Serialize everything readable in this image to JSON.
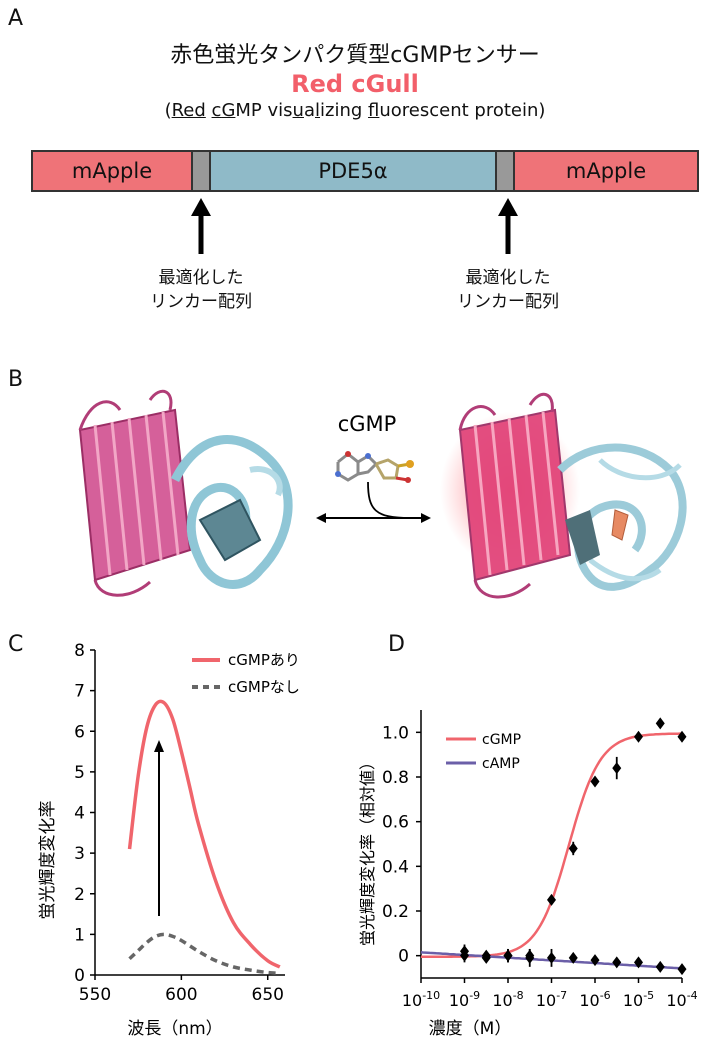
{
  "panels": {
    "a": "A",
    "b": "B",
    "c": "C",
    "d": "D"
  },
  "panel_a": {
    "title_jp": "赤色蛍光タンパク質型cGMPセンサー",
    "title_name": "Red cGull",
    "subtitle_parts": [
      "(",
      "Red",
      " ",
      "c",
      "G",
      "MP vis",
      "u",
      "a",
      "l",
      "izing ",
      "f",
      "l",
      "uorescent protein)"
    ],
    "segments": {
      "left": "mApple",
      "middle": "PDE5α",
      "right": "mApple"
    },
    "linker_label_line1": "最適化した",
    "linker_label_line2": "リンカー配列",
    "colors": {
      "mapple": "#ef7378",
      "pde": "#8fbac8",
      "linker": "#999999",
      "accent": "#f25f6a"
    }
  },
  "panel_b": {
    "ligand_label": "cGMP"
  },
  "chart_data": [
    {
      "type": "line",
      "xlabel": "波長（nm）",
      "ylabel": "蛍光輝度変化率",
      "xlim": [
        550,
        660
      ],
      "ylim": [
        0,
        8
      ],
      "xticks": [
        "550",
        "600",
        "650"
      ],
      "yticks": [
        "0",
        "1",
        "2",
        "3",
        "4",
        "5",
        "6",
        "7",
        "8"
      ],
      "series": [
        {
          "name": "cGMPあり",
          "color": "#f0656c",
          "style": "solid",
          "x": [
            570,
            575,
            580,
            585,
            590,
            595,
            600,
            605,
            610,
            620,
            630,
            640,
            650,
            657
          ],
          "y": [
            3.1,
            4.9,
            6.1,
            6.65,
            6.7,
            6.3,
            5.5,
            4.6,
            3.7,
            2.3,
            1.3,
            0.75,
            0.35,
            0.2
          ]
        },
        {
          "name": "cGMPなし",
          "color": "#666666",
          "style": "dashed",
          "x": [
            570,
            575,
            580,
            585,
            590,
            595,
            600,
            610,
            620,
            630,
            640,
            650,
            657
          ],
          "y": [
            0.4,
            0.6,
            0.8,
            0.95,
            1.0,
            0.95,
            0.85,
            0.58,
            0.35,
            0.2,
            0.12,
            0.06,
            0.04
          ]
        }
      ]
    },
    {
      "type": "scatter",
      "xlabel": "濃度（M）",
      "ylabel": "蛍光輝度変化率（相対値）",
      "xscale": "log",
      "xlim": [
        -10,
        -4
      ],
      "ylim": [
        -0.1,
        1.1
      ],
      "xtick_base": "10",
      "xtick_exponents": [
        "-10",
        "-9",
        "-8",
        "-7",
        "-6",
        "-5",
        "-4"
      ],
      "yticks": [
        "0",
        "0.2",
        "0.4",
        "0.6",
        "0.8",
        "1.0"
      ],
      "series": [
        {
          "name": "cGMP",
          "color": "#f0656c",
          "fit": "sigmoid",
          "log_x": [
            -9.0,
            -8.5,
            -8.0,
            -7.5,
            -7.0,
            -6.5,
            -6.0,
            -5.5,
            -5.0,
            -4.5,
            -4.0
          ],
          "y": [
            0.0,
            -0.01,
            0.0,
            0.0,
            0.25,
            0.48,
            0.78,
            0.84,
            0.98,
            1.04,
            0.98
          ],
          "err": [
            0.03,
            0.02,
            0.03,
            0.03,
            0.02,
            0.03,
            0.02,
            0.05,
            0.01,
            0.01,
            0.01
          ]
        },
        {
          "name": "cAMP",
          "color": "#6b5fa8",
          "fit": "linear",
          "log_x": [
            -9.0,
            -8.5,
            -8.0,
            -7.5,
            -7.0,
            -6.5,
            -6.0,
            -5.5,
            -5.0,
            -4.5,
            -4.0
          ],
          "y": [
            0.02,
            0.0,
            0.0,
            -0.01,
            -0.01,
            -0.01,
            -0.02,
            -0.03,
            -0.03,
            -0.05,
            -0.06
          ],
          "err": [
            0.03,
            0.02,
            0.03,
            0.04,
            0.04,
            0.01,
            0.02,
            0.02,
            0.02,
            0.01,
            0.01
          ]
        }
      ]
    }
  ]
}
